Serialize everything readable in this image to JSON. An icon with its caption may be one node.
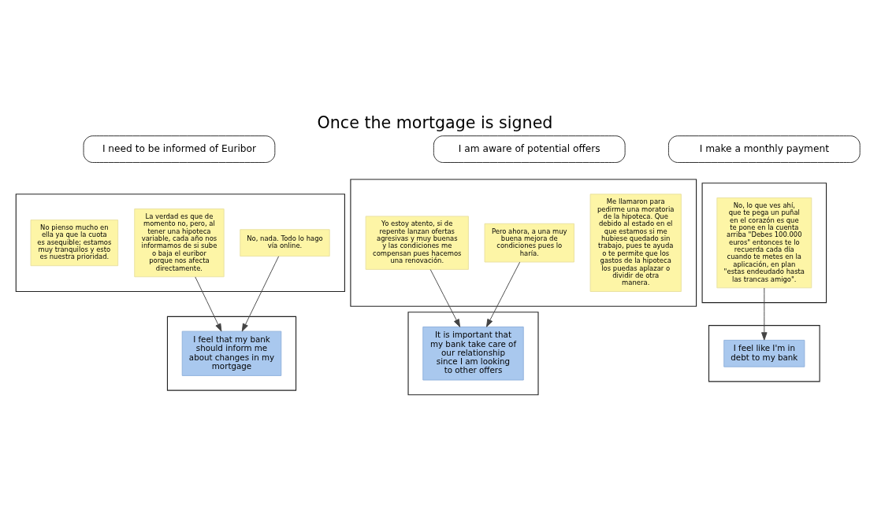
{
  "diagram": {
    "title": "Once the mortgage is signed",
    "nodes": [
      {
        "text": [
          "I need to be informed of Euribor"
        ]
      },
      {
        "text": [
          "I am aware of potential offers"
        ]
      },
      {
        "text": [
          "I make a monthly payment"
        ]
      },
      {
        "text": [],
        "shape": "box"
      },
      {
        "text": [],
        "shape": "box"
      },
      {
        "text": [],
        "shape": "box"
      },
      {
        "text": [],
        "shape": "box"
      },
      {
        "text": [],
        "shape": "box"
      },
      {
        "text": [],
        "shape": "box"
      },
      {
        "text": [
          "No pienso mucho en ella ya que la cuota es asequible; estamos muy tranquilos y esto es nuestra prioridad."
        ],
        "in": 3
      },
      {
        "text": [
          "La verdad es que de momento no, pero, al tener una hipoteca variable, cada año nos informamos de si sube o baja el euribor porque nos afecta directamente."
        ],
        "in": 3
      },
      {
        "text": [
          "No, nada. Todo lo hago vía online."
        ],
        "in": 3
      },
      {
        "text": [
          "Yo estoy atento, si de repente lanzan ofertas agresivas y muy buenas y las condiciones me compensan pues hacemos una renovación."
        ],
        "in": 4
      },
      {
        "text": [
          "Pero ahora, a una muy buena mejora de condiciones pues lo haría."
        ],
        "in": 4
      },
      {
        "text": [
          "Me llamaron para pedirme una moratoria de la hipoteca. Que debido al estado en el que estamos si me hubiese quedado sin trabajo, pues te ayuda o te permite que los gastos de la hipoteca los puedas aplazar o dividir de otra manera."
        ],
        "in": 4
      },
      {
        "text": [
          "No, lo que ves ahí, que te pega un puñal en el corazón es que te pone en la cuenta arriba \"Debes 100.000 euros\" entonces te lo recuerda cada día cuando te metes en la aplicación, en plan \"estas endeudado hasta las trancas amigo\"."
        ],
        "in": 5
      },
      {
        "text": [
          "I feel that my bank should inform me about changes in my mortgage"
        ],
        "in": 6
      },
      {
        "text": [
          "It is important that my bank take care of our relationship since I am looking to other offers"
        ],
        "in": 7
      },
      {
        "text": [
          "I feel like I'm in debt to my bank"
        ],
        "in": 8
      }
    ],
    "edges": [
      {
        "from": 10,
        "to": 16,
        "arrow": "to"
      },
      {
        "from": 11,
        "to": 16,
        "arrow": "to"
      },
      {
        "from": 12,
        "to": 17,
        "arrow": "to"
      },
      {
        "from": 13,
        "to": 17,
        "arrow": "to"
      },
      {
        "from": 15,
        "to": 18,
        "arrow": "to"
      }
    ]
  }
}
